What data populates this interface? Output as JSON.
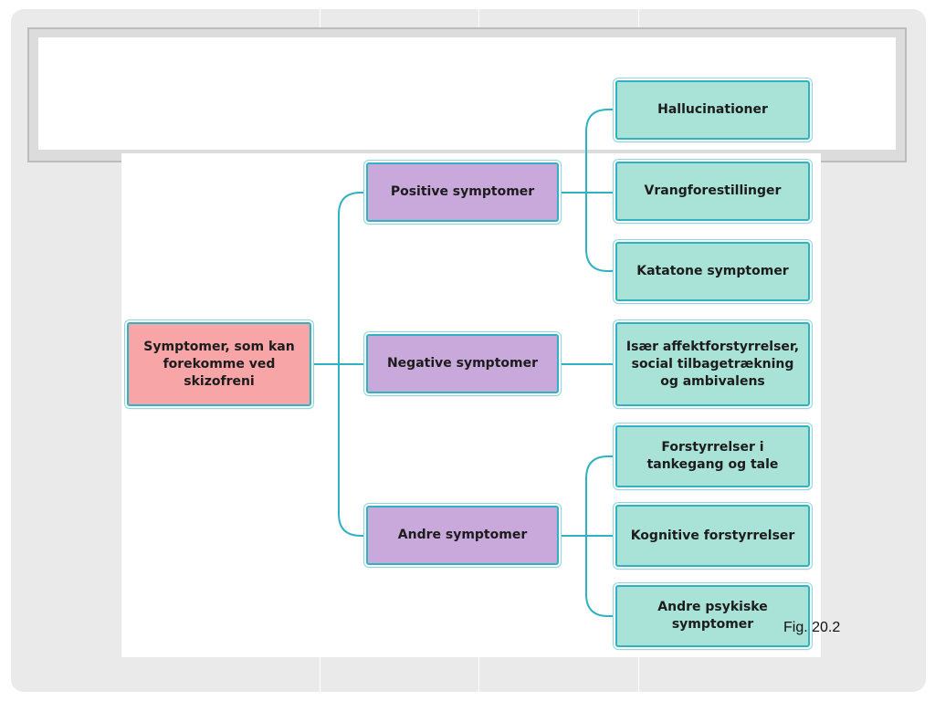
{
  "diagram": {
    "root": "Symptomer, som kan forekomme ved skizofreni",
    "branches": [
      {
        "label": "Positive symptomer",
        "children": [
          "Hallucinationer",
          "Vrangforestillinger",
          "Katatone symptomer"
        ]
      },
      {
        "label": "Negative symptomer",
        "children": [
          "Især affektforstyrrelser, social tilbagetrækning og ambivalens"
        ]
      },
      {
        "label": "Andre symptomer",
        "children": [
          "Forstyrrelser i tankegang og tale",
          "Kognitive forstyrrelser",
          "Andre psykiske symptomer"
        ]
      }
    ]
  },
  "caption": "Fig. 20.2",
  "colors": {
    "root_fill": "#f7a5a7",
    "branch_fill": "#c9a9dc",
    "leaf_fill": "#a9e2d6",
    "connector": "#2fb2c2"
  }
}
